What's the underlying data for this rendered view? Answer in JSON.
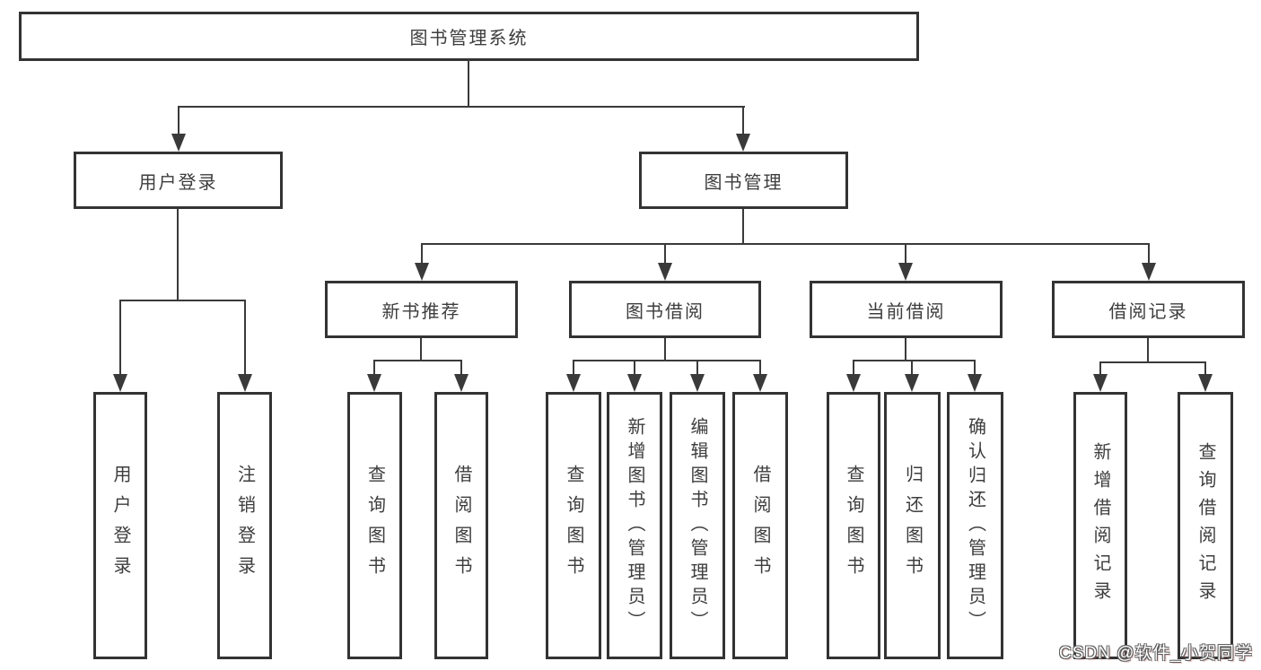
{
  "diagram": {
    "root": {
      "label": "图书管理系统"
    },
    "level2": {
      "user_login": {
        "label": "用户登录"
      },
      "book_mgmt": {
        "label": "图书管理"
      }
    },
    "level3": {
      "new_book": {
        "label": "新书推荐"
      },
      "book_borrow": {
        "label": "图书借阅"
      },
      "current_borrow": {
        "label": "当前借阅"
      },
      "borrow_records": {
        "label": "借阅记录"
      }
    },
    "leaves": {
      "user_login": {
        "label": "用户登录"
      },
      "logout": {
        "label": "注销登录"
      },
      "nb_query": {
        "label": "查询图书"
      },
      "nb_borrow": {
        "label": "借阅图书"
      },
      "bb_query": {
        "label": "查询图书"
      },
      "bb_add": {
        "label": "新增图书（管理员）"
      },
      "bb_edit": {
        "label": "编辑图书（管理员）"
      },
      "bb_borrow": {
        "label": "借阅图书"
      },
      "cb_query": {
        "label": "查询图书"
      },
      "cb_return": {
        "label": "归还图书"
      },
      "cb_confirm": {
        "label": "确认归还（管理员）"
      },
      "br_add": {
        "label": "新增借阅记录"
      },
      "br_query": {
        "label": "查询借阅记录"
      }
    },
    "hierarchy": {
      "root": [
        "user_login",
        "book_mgmt"
      ],
      "user_login": [
        "leaves.user_login",
        "leaves.logout"
      ],
      "book_mgmt": [
        "new_book",
        "book_borrow",
        "current_borrow",
        "borrow_records"
      ],
      "new_book": [
        "leaves.nb_query",
        "leaves.nb_borrow"
      ],
      "book_borrow": [
        "leaves.bb_query",
        "leaves.bb_add",
        "leaves.bb_edit",
        "leaves.bb_borrow"
      ],
      "current_borrow": [
        "leaves.cb_query",
        "leaves.cb_return",
        "leaves.cb_confirm"
      ],
      "borrow_records": [
        "leaves.br_add",
        "leaves.br_query"
      ]
    }
  },
  "watermark": {
    "text": "CSDN @软件_小贺同学"
  },
  "colors": {
    "background": "#ffffff",
    "border": "#333333",
    "line": "#3a3a3a",
    "text": "#3d3d3d",
    "watermark_fill": "#ffffff",
    "watermark_outline": "#5e5e5e"
  }
}
